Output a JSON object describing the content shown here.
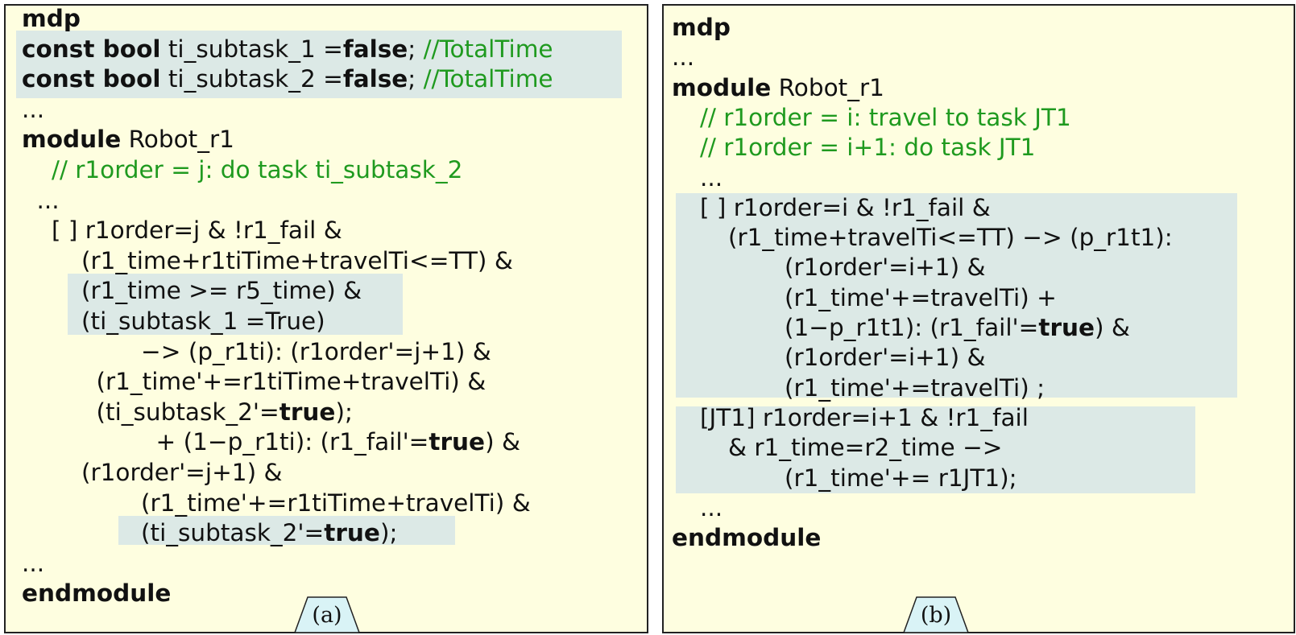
{
  "panel_a": {
    "label": "(a)",
    "lines": [
      {
        "indent": 0,
        "parts": [
          {
            "t": "mdp",
            "s": "b"
          }
        ]
      },
      {
        "indent": 0,
        "parts": [
          {
            "t": "const bool",
            "s": "b"
          },
          {
            "t": " ti_subtask_1 ="
          },
          {
            "t": "false",
            "s": "b"
          },
          {
            "t": "; "
          },
          {
            "t": "//TotalTime",
            "s": "c"
          }
        ]
      },
      {
        "indent": 0,
        "parts": [
          {
            "t": "const bool",
            "s": "b"
          },
          {
            "t": " ti_subtask_2 ="
          },
          {
            "t": "false",
            "s": "b"
          },
          {
            "t": "; "
          },
          {
            "t": "//TotalTime",
            "s": "c"
          }
        ]
      },
      {
        "indent": 0,
        "parts": [
          {
            "t": "..."
          }
        ]
      },
      {
        "indent": 0,
        "parts": [
          {
            "t": "module",
            "s": "b"
          },
          {
            "t": " Robot_r1"
          }
        ]
      },
      {
        "indent": 1,
        "parts": [
          {
            "t": "// r1order = j: do task ti_subtask_2",
            "s": "c"
          }
        ]
      },
      {
        "indent": 0.5,
        "parts": [
          {
            "t": "..."
          }
        ]
      },
      {
        "indent": 1,
        "parts": [
          {
            "t": "[ ] r1order=j & !r1_fail &"
          }
        ]
      },
      {
        "indent": 2,
        "parts": [
          {
            "t": "(r1_time+r1tiTime+travelTi<=TT) &"
          }
        ]
      },
      {
        "indent": 2,
        "parts": [
          {
            "t": "(r1_time >= r5_time) &"
          }
        ]
      },
      {
        "indent": 2,
        "parts": [
          {
            "t": "(ti_subtask_1 =True)"
          }
        ]
      },
      {
        "indent": 4,
        "parts": [
          {
            "t": "−> (p_r1ti): (r1order'=j+1) &"
          }
        ]
      },
      {
        "indent": 2.5,
        "parts": [
          {
            "t": "(r1_time'+=r1tiTime+travelTi) &"
          }
        ]
      },
      {
        "indent": 2.5,
        "parts": [
          {
            "t": "(ti_subtask_2'="
          },
          {
            "t": "true",
            "s": "b"
          },
          {
            "t": ");"
          }
        ]
      },
      {
        "indent": 4.5,
        "parts": [
          {
            "t": "+ (1−p_r1ti): (r1_fail'="
          },
          {
            "t": "true",
            "s": "b"
          },
          {
            "t": ") &"
          }
        ]
      },
      {
        "indent": 2,
        "parts": [
          {
            "t": "(r1order'=j+1) &"
          }
        ]
      },
      {
        "indent": 4,
        "parts": [
          {
            "t": "(r1_time'+=r1tiTime+travelTi) &"
          }
        ]
      },
      {
        "indent": 4,
        "parts": [
          {
            "t": "(ti_subtask_2'="
          },
          {
            "t": "true",
            "s": "b"
          },
          {
            "t": ");"
          }
        ]
      },
      {
        "indent": 0,
        "parts": [
          {
            "t": "..."
          }
        ]
      },
      {
        "indent": 0,
        "parts": [
          {
            "t": "endmodule",
            "s": "b"
          }
        ]
      }
    ]
  },
  "panel_b": {
    "label": "(b)",
    "lines": [
      {
        "indent": 0,
        "parts": [
          {
            "t": "mdp",
            "s": "b"
          }
        ]
      },
      {
        "indent": 0,
        "parts": [
          {
            "t": "..."
          }
        ]
      },
      {
        "indent": 0,
        "parts": [
          {
            "t": "module",
            "s": "b"
          },
          {
            "t": " Robot_r1"
          }
        ]
      },
      {
        "indent": 1,
        "parts": [
          {
            "t": "// r1order = i: travel to task JT1",
            "s": "c"
          }
        ]
      },
      {
        "indent": 1,
        "parts": [
          {
            "t": "// r1order = i+1: do task JT1",
            "s": "c"
          }
        ]
      },
      {
        "indent": 1,
        "parts": [
          {
            "t": "..."
          }
        ]
      },
      {
        "indent": 1,
        "parts": [
          {
            "t": "[ ] r1order=i & !r1_fail &"
          }
        ]
      },
      {
        "indent": 2,
        "parts": [
          {
            "t": "(r1_time+travelTi<=TT) −> (p_r1t1):"
          }
        ]
      },
      {
        "indent": 4,
        "parts": [
          {
            "t": "(r1order'=i+1) &"
          }
        ]
      },
      {
        "indent": 4,
        "parts": [
          {
            "t": "(r1_time'+=travelTi) +"
          }
        ]
      },
      {
        "indent": 4,
        "parts": [
          {
            "t": "(1−p_r1t1): (r1_fail'="
          },
          {
            "t": "true",
            "s": "b"
          },
          {
            "t": ") &"
          }
        ]
      },
      {
        "indent": 4,
        "parts": [
          {
            "t": "(r1order'=i+1) &"
          }
        ]
      },
      {
        "indent": 4,
        "parts": [
          {
            "t": "(r1_time'+=travelTi) ;"
          }
        ]
      },
      {
        "indent": 1,
        "parts": [
          {
            "t": "[JT1] r1order=i+1 & !r1_fail"
          }
        ]
      },
      {
        "indent": 2,
        "parts": [
          {
            "t": "& r1_time=r2_time −>"
          }
        ]
      },
      {
        "indent": 4,
        "parts": [
          {
            "t": "(r1_time'+= r1JT1);"
          }
        ]
      },
      {
        "indent": 1,
        "parts": [
          {
            "t": "..."
          }
        ]
      },
      {
        "indent": 0,
        "parts": [
          {
            "t": "endmodule",
            "s": "b"
          }
        ]
      }
    ]
  },
  "colors": {
    "panel_bg": "#fefee0",
    "highlight": "#dce9e6",
    "comment": "#1f9a1f",
    "tab_bg": "#d9f3f6",
    "text": "#111111"
  }
}
